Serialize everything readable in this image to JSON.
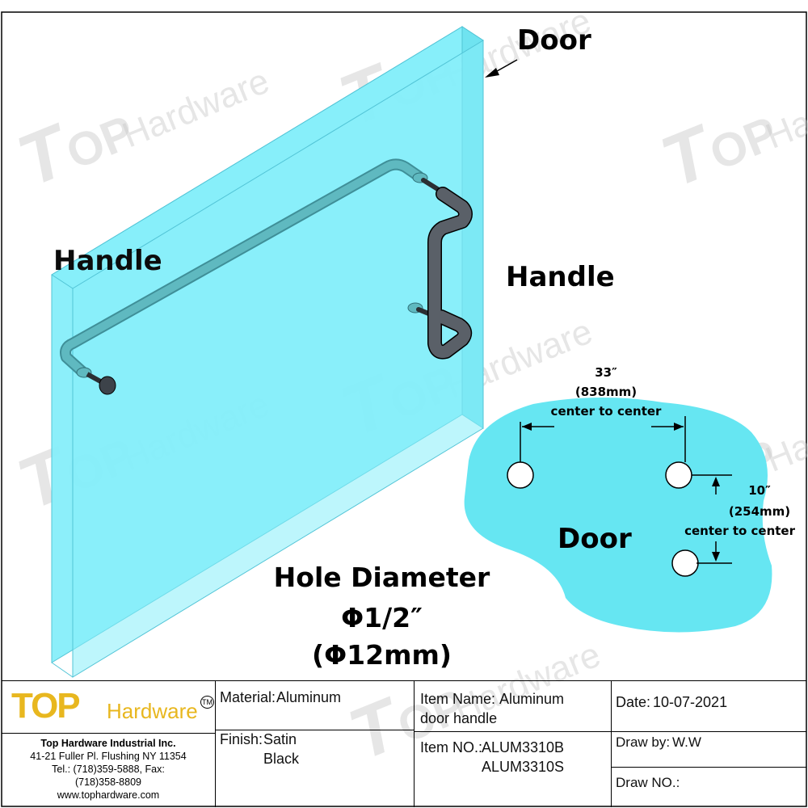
{
  "brand": {
    "logo_top": "TOP",
    "logo_hardware": "Hardware",
    "logo_tm": "TM",
    "gold": "#e8b71f"
  },
  "colors": {
    "door_glass": "#86eefa",
    "door_glass_edge": "#52c4d6",
    "handle": "#3d434a",
    "mount": "#5fb9c0",
    "door_blob": "#66e6f2"
  },
  "labels": {
    "door_top": "Door",
    "handle_left": "Handle",
    "handle_right": "Handle",
    "hole_title": "Hole Diameter",
    "hole_imperial": "Φ1/2″",
    "hole_metric": "(Φ12mm)",
    "door_blob": "Door"
  },
  "dimensions": {
    "horizontal": {
      "imperial": "33″",
      "metric": "(838mm)",
      "note": "center to center"
    },
    "vertical": {
      "imperial": "10″",
      "metric": "(254mm)",
      "note": "center to center"
    }
  },
  "company": {
    "name": "Top Hardware Industrial Inc.",
    "address": "41-21 Fuller Pl. Flushing NY 11354",
    "tel": "Tel.: (718)359-5888,  Fax:",
    "fax": "(718)358-8809",
    "website": "www.tophardware.com"
  },
  "title_block": {
    "material_label": "Material:",
    "material_value": "Aluminum",
    "finish_label": "Finish:",
    "finish_value_line1": "Satin",
    "finish_value_line2": "Black",
    "item_name_label": "Item Name:",
    "item_name_line1": "Aluminum",
    "item_name_line2": "door handle",
    "item_no_label": "Item NO.:",
    "item_no_1": "ALUM3310B",
    "item_no_2": "ALUM3310S",
    "date_label": "Date:",
    "date_value": "10-07-2021",
    "draw_by_label": "Draw by:",
    "draw_by_value": "W.W",
    "draw_no_label": "Draw NO.:",
    "draw_no_value": ""
  }
}
